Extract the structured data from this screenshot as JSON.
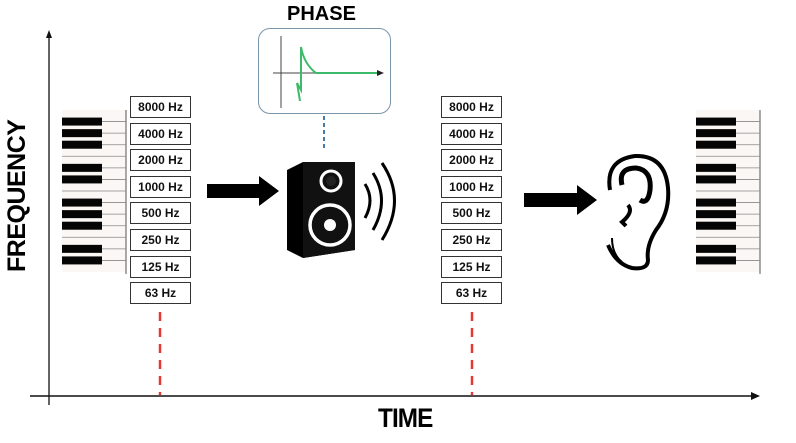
{
  "axes": {
    "x_label": "TIME",
    "y_label": "FREQUENCY"
  },
  "phase_panel": {
    "title": "PHASE",
    "curve_color": "#3dbb6a"
  },
  "frequency_bands": [
    "8000 Hz",
    "4000 Hz",
    "2000 Hz",
    "1000 Hz",
    "500 Hz",
    "250 Hz",
    "125 Hz",
    "63 Hz"
  ],
  "stages": [
    {
      "name": "input-piano",
      "icon": "piano-keyboard-icon"
    },
    {
      "name": "input-bands",
      "icon": "frequency-band-stack"
    },
    {
      "name": "loudspeaker",
      "icon": "speaker-icon"
    },
    {
      "name": "output-bands",
      "icon": "frequency-band-stack"
    },
    {
      "name": "listener",
      "icon": "ear-icon"
    },
    {
      "name": "output-piano",
      "icon": "piano-keyboard-icon"
    }
  ],
  "colors": {
    "time_marker": "#e53935",
    "phase_connector": "#2e6da4",
    "phase_border": "#7a94a8"
  }
}
